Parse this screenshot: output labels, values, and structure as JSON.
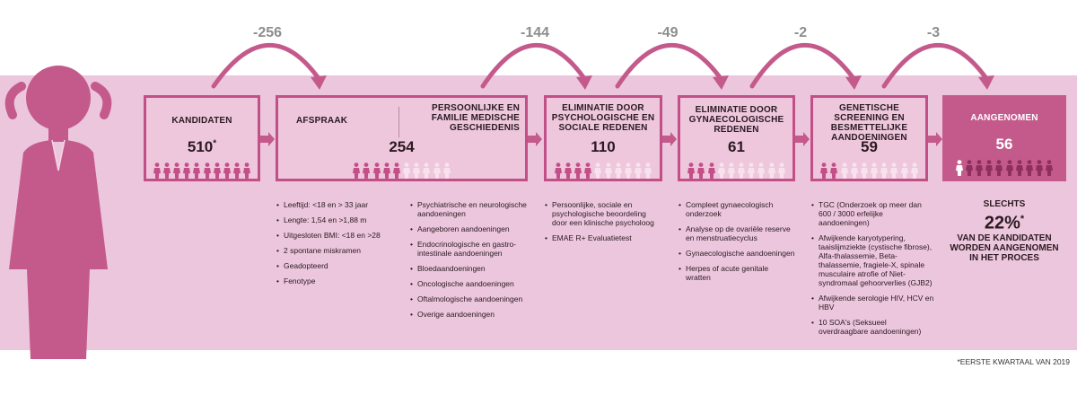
{
  "colors": {
    "dark": "#c24f87",
    "light": "#f8e2ee",
    "band": "#ecc6dc",
    "final": "#c45a8c"
  },
  "deltas": [
    "-256",
    "-144",
    "-49",
    "-2",
    "-3"
  ],
  "stages": [
    {
      "title": "KANDIDATEN",
      "value": "510",
      "sup": "*",
      "dark": 10,
      "light": 0,
      "icon_count": 10
    },
    {
      "title_a": "AFSPRAAK",
      "title_b": "PERSOONLIJKE EN FAMILIE MEDISCHE GESCHIEDENIS",
      "value": "254",
      "dark": 5,
      "light": 5,
      "icon_count": 10
    },
    {
      "title": "ELIMINATIE DOOR PSYCHOLOGISCHE EN SOCIALE REDENEN",
      "value": "110",
      "dark": 4,
      "light": 6,
      "icon_count": 10
    },
    {
      "title": "ELIMINATIE DOOR GYNAECOLOGISCHE REDENEN",
      "value": "61",
      "dark": 3,
      "light": 7,
      "icon_count": 10
    },
    {
      "title": "GENETISCHE SCREENING EN BESMETTELIJKE AANDOENINGEN",
      "value": "59",
      "dark": 2,
      "light": 8,
      "icon_count": 10
    },
    {
      "title": "AANGENOMEN",
      "value": "56",
      "dark": 9,
      "light": 1,
      "icon_count": 10
    }
  ],
  "lists": {
    "afspraak": [
      "Leeftijd: <18 en > 33 jaar",
      "Lengte: 1,54 en >1,88 m",
      "Uitgesloten BMI: <18 en >28",
      "2 spontane miskramen",
      "Geadopteerd",
      "Fenotype"
    ],
    "medisch": [
      "Psychiatrische en neurologische aandoeningen",
      "Aangeboren aandoeningen",
      "Endocrinologische en gastro-intestinale aandoeningen",
      "Bloedaandoeningen",
      "Oncologische aandoeningen",
      "Oftalmologische aandoeningen",
      "Overige aandoeningen"
    ],
    "psych": [
      "Persoonlijke, sociale en psychologische beoordeling door een klinische psycholoog",
      "EMAE R+ Evaluatietest"
    ],
    "gyn": [
      "Compleet gynaecologisch onderzoek",
      "Analyse op de ovariële reserve en menstruatiecyclus",
      "Gynaecologische aandoeningen",
      "Herpes of acute genitale wratten"
    ],
    "gen": [
      "TGC (Onderzoek op meer dan 600 / 3000 erfelijke aandoeningen)",
      "Afwijkende karyotypering, taaislijmziekte (cystische fibrose), Alfa-thalassemie, Beta-thalassemie, fragiele-X, spinale musculaire atrofie of Niet-syndromaal gehoorverlies (GJB2)",
      "Afwijkende serologie HIV, HCV en HBV",
      "10 SOA's (Seksueel overdraagbare aandoeningen)"
    ]
  },
  "summary": {
    "pre": "SLECHTS",
    "pct": "22%",
    "sup": "*",
    "post": "VAN DE KANDIDATEN WORDEN AANGENOMEN IN HET PROCES"
  },
  "footnote": "*EERSTE KWARTAAL VAN 2019"
}
